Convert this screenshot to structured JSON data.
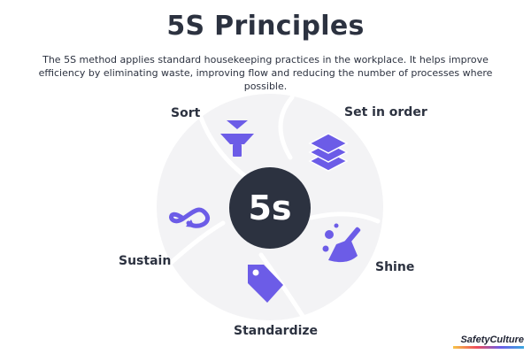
{
  "page": {
    "title": "5S Principles",
    "subtitle": "The 5S method applies standard housekeeping practices in the workplace. It helps improve efficiency by eliminating waste, improving flow and reducing the number of processes where possible."
  },
  "center": {
    "label": "5s"
  },
  "steps": [
    {
      "label": "Sort",
      "icon": "funnel-icon"
    },
    {
      "label": "Set in order",
      "icon": "stack-layers-icon"
    },
    {
      "label": "Shine",
      "icon": "broom-icon"
    },
    {
      "label": "Standardize",
      "icon": "tag-icon"
    },
    {
      "label": "Sustain",
      "icon": "infinity-cycle-icon"
    }
  ],
  "brand": {
    "name": "SafetyCulture"
  },
  "colors": {
    "accent": "#6c5ce7",
    "center_fill": "#2c3240",
    "ring_bg": "#f3f3f5",
    "segment_line": "#ffffff",
    "text": "#2c3240"
  }
}
